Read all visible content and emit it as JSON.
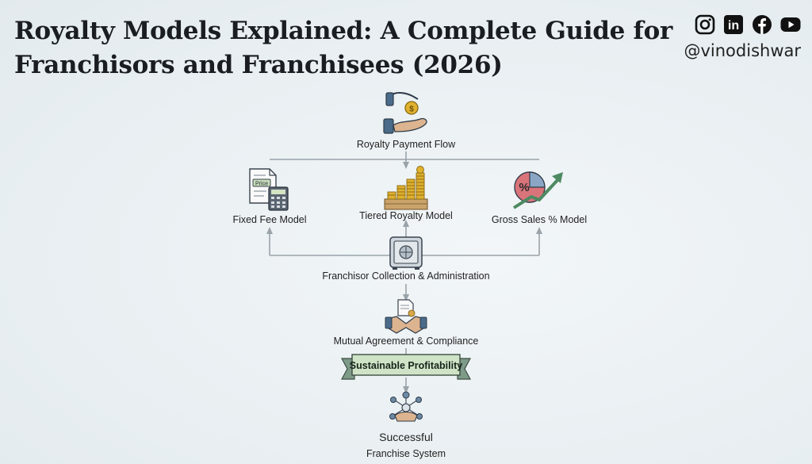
{
  "title_line1": "Royalty Models Explained: A Complete Guide for",
  "title_line2": "Franchisors and Franchisees (2026)",
  "social": {
    "handle": "@vinodishwar",
    "icons": [
      "instagram-icon",
      "linkedin-icon",
      "facebook-icon",
      "youtube-icon"
    ],
    "linkedin_text": "in"
  },
  "nodes": {
    "royalty_payment_flow": "Royalty Payment Flow",
    "fixed_fee_model": "Fixed Fee Model",
    "tiered_royalty_model": "Tiered Royalty Model",
    "gross_sales_model": "Gross Sales % Model",
    "franchisor_collection": "Franchisor Collection & Administration",
    "mutual_agreement": "Mutual Agreement & Compliance",
    "sustainable_profitability": "Sustainable Profitability",
    "successful_line1": "Successful",
    "successful_line2": "Franchise System"
  },
  "icon_text": {
    "invoice_tag": "Price",
    "percent_symbol": "%"
  },
  "colors": {
    "arrow": "#9aa3aa",
    "banner_fill": "#cfe3c6",
    "banner_tail": "#7e9a88",
    "pie_red": "#d9747a",
    "pie_blue": "#8aa6c4",
    "growth_arrow": "#4d8a62",
    "coin": "#e0b12f"
  }
}
